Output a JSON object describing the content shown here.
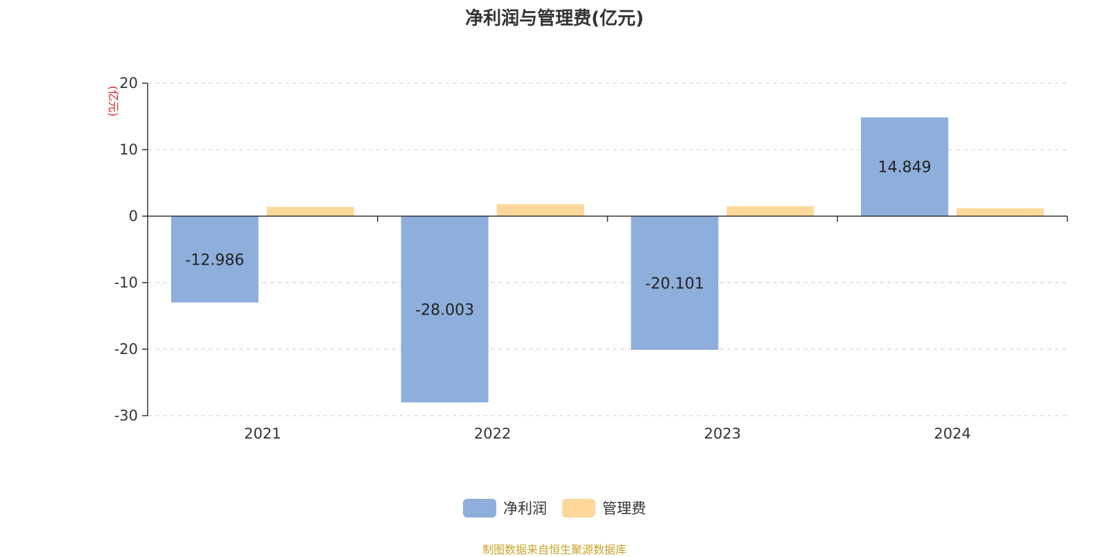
{
  "chart_data": {
    "type": "bar",
    "title": "净利润与管理费(亿元)",
    "ylabel": "(亿元)",
    "categories": [
      "2021",
      "2022",
      "2023",
      "2024"
    ],
    "series": [
      {
        "name": "净利润",
        "values": [
          -12.986,
          -28.003,
          -20.101,
          14.849
        ],
        "color": "#8eaedb",
        "show_labels": true
      },
      {
        "name": "管理费",
        "values": [
          1.4,
          1.8,
          1.5,
          1.2
        ],
        "color": "#fdd89a",
        "show_labels": false
      }
    ],
    "data_labels": [
      "-12.986",
      "-28.003",
      "-20.101",
      "14.849"
    ],
    "ylim": [
      -30,
      20
    ],
    "yticks": [
      20,
      10,
      0,
      -10,
      -20,
      -30
    ],
    "grid": true,
    "legend_position": "bottom-center",
    "colors": {
      "ylabel": "#e02020",
      "source": "#c9a227",
      "axis": "#333333",
      "grid": "#cccccc"
    }
  },
  "legend": {
    "items": [
      {
        "label": "净利润",
        "color": "#8eaedb"
      },
      {
        "label": "管理费",
        "color": "#fdd89a"
      }
    ]
  },
  "footer": {
    "source": "制图数据来自恒生聚源数据库"
  }
}
